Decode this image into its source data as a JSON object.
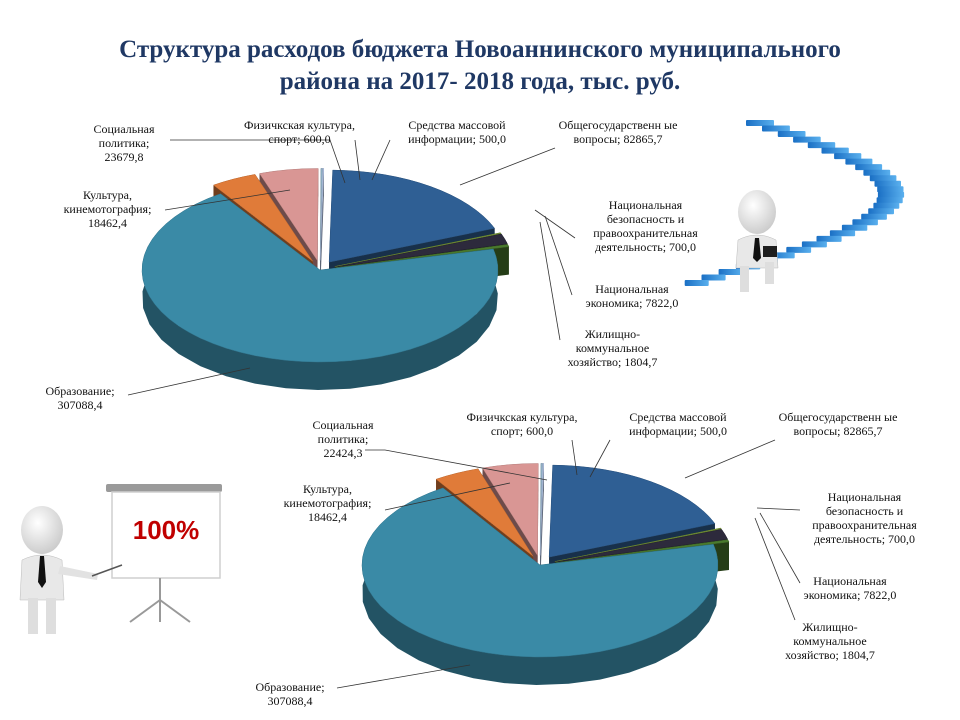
{
  "title": {
    "line1": "Структура  расходов бюджета Новоаннинского муниципального",
    "line2": "района  на 2017- 2018 года, тыс. руб."
  },
  "colors": {
    "education": "#3a8aa6",
    "general": "#2f5f94",
    "security": "#7a9a3a",
    "economy": "#2d2a3c",
    "housing": "#4a7a2e",
    "culture": "#e07b39",
    "social": "#d99694",
    "sport": "#8fb0c4",
    "media": "#b4c6e7"
  },
  "chart_data": [
    {
      "type": "pie",
      "style": "3d-exploded",
      "labels": [
        "Общегосударственн ые вопросы",
        "Национальная безопасность и правоохранительная деятельность",
        "Национальная экономика",
        "Жилищно- коммунальное хозяйство",
        "Образование",
        "Культура, кинемотография",
        "Социальная политика",
        "Физичкская культура, спорт",
        "Средства массовой информации"
      ],
      "values": [
        82865.7,
        700.0,
        7822.0,
        1804.7,
        307088.4,
        18462.4,
        23679.8,
        600.0,
        500.0
      ],
      "data_labels": [
        "Общегосударственн ые вопросы; 82865,7",
        "Национальная безопасность и правоохранительная деятельность; 700,0",
        "Национальная экономика; 7822,0",
        "Жилищно- коммунальное хозяйство; 1804,7",
        "Образование; 307088,4",
        "Культура, кинемотография; 18462,4",
        "Социальная политика; 23679,8",
        "Физичкская культура, спорт; 600,0",
        "Средства массовой информации; 500,0"
      ]
    },
    {
      "type": "pie",
      "style": "3d-exploded",
      "labels": [
        "Общегосударственн ые вопросы",
        "Национальная безопасность и правоохранительная деятельность",
        "Национальная экономика",
        "Жилищно- коммунальное хозяйство",
        "Образование",
        "Культура, кинемотография",
        "Социальная политика",
        "Физичкская культура, спорт",
        "Средства массовой информации"
      ],
      "values": [
        82865.7,
        700.0,
        7822.0,
        1804.7,
        307088.4,
        18462.4,
        22424.3,
        600.0,
        500.0
      ],
      "data_labels": [
        "Общегосударственн ые вопросы; 82865,7",
        "Национальная безопасность и правоохранительная деятельность; 700,0",
        "Национальная экономика; 7822,0",
        "Жилищно- коммунальное хозяйство; 1804,7",
        "Образование; 307088,4",
        "Культура, кинемотография; 18462,4",
        "Социальная политика; 22424,3",
        "Физичкская культура, спорт; 600,0",
        "Средства массовой информации; 500,0"
      ]
    }
  ],
  "board": {
    "text": "100%"
  }
}
